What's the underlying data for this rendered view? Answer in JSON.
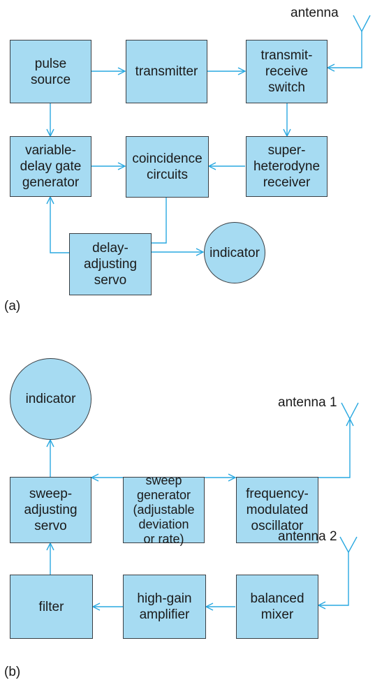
{
  "diagram_a": {
    "panel_label": "(a)",
    "antenna": "antenna",
    "pulse_source": "pulse\nsource",
    "transmitter": "transmitter",
    "transmit_receive_switch": "transmit-\nreceive\nswitch",
    "variable_delay_gate_generator": "variable-\ndelay gate\ngenerator",
    "coincidence_circuits": "coincidence\ncircuits",
    "superheterodyne_receiver": "super-\nheterodyne\nreceiver",
    "delay_adjusting_servo": "delay-\nadjusting\nservo",
    "indicator": "indicator"
  },
  "diagram_b": {
    "panel_label": "(b)",
    "indicator": "indicator",
    "sweep_adjusting_servo": "sweep-\nadjusting\nservo",
    "sweep_generator": "sweep\ngenerator\n(adjustable\ndeviation\nor rate)",
    "frequency_modulated_oscillator": "frequency-\nmodulated\noscillator",
    "antenna_1": "antenna 1",
    "antenna_2": "antenna 2",
    "filter": "filter",
    "high_gain_amplifier": "high-gain\namplifier",
    "balanced_mixer": "balanced\nmixer"
  },
  "colors": {
    "box_fill": "#a6dbf2",
    "connector": "#29a8e0",
    "outline": "#3a3f44"
  }
}
